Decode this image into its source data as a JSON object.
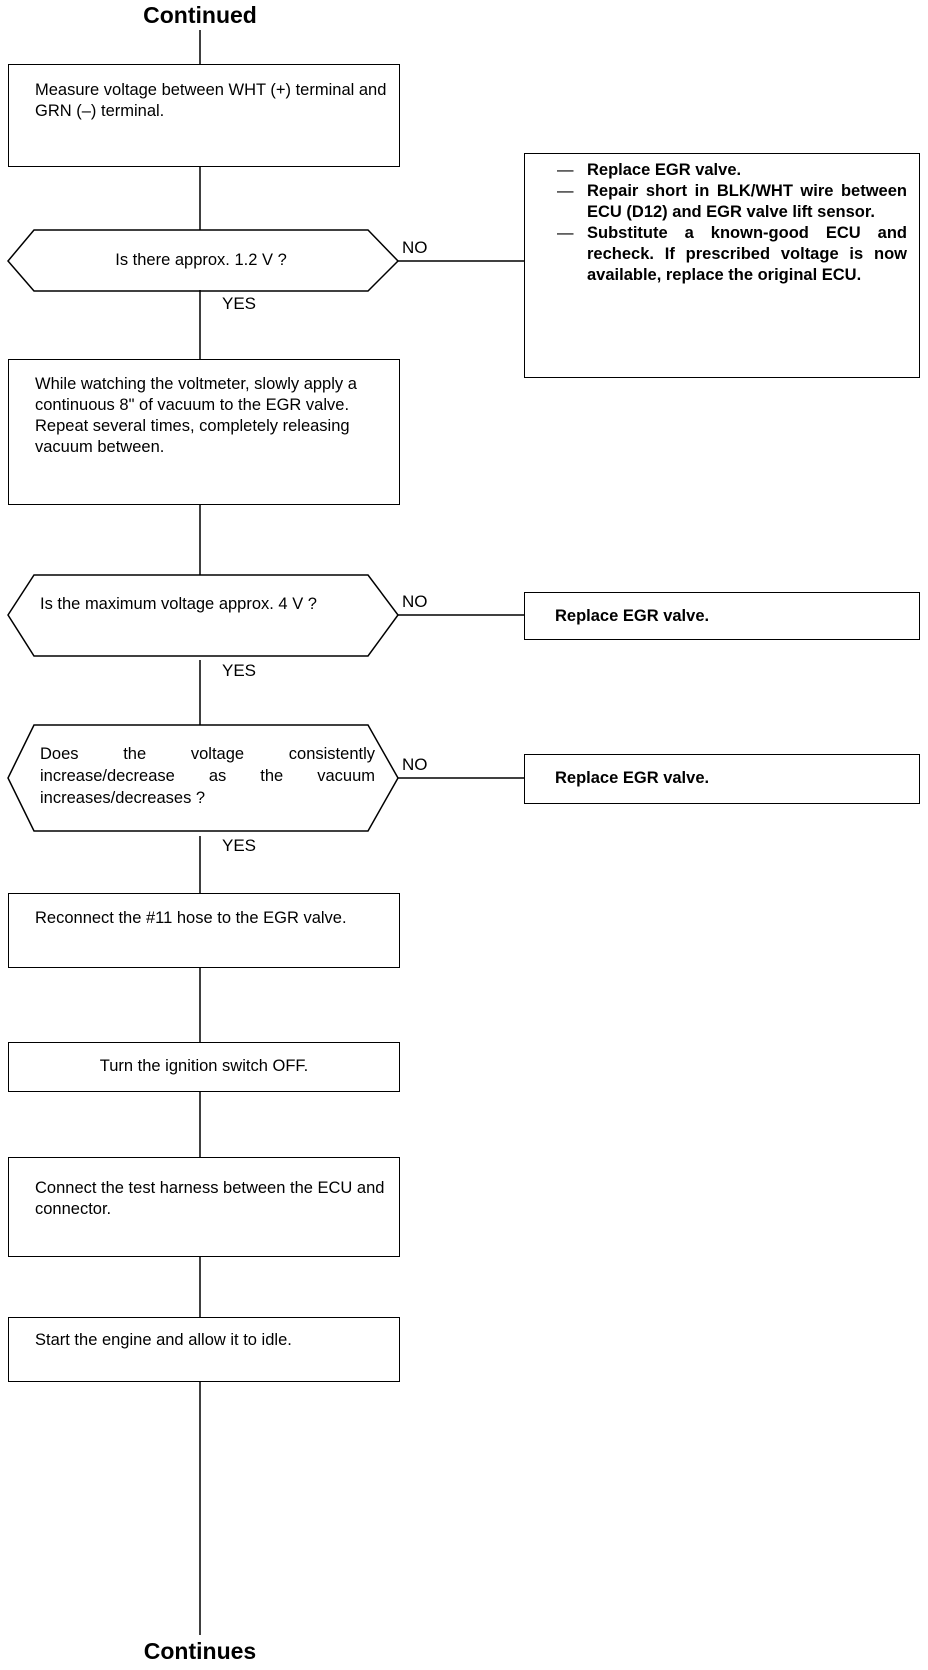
{
  "header": "Continued",
  "footer": "Continues",
  "steps": {
    "measure_voltage": "Measure voltage between WHT (+) terminal and GRN (–) terminal.",
    "apply_vacuum": "While watching the voltmeter, slowly apply a continuous 8\" of vacuum to the EGR valve. Repeat several times, completely releasing vacuum between.",
    "reconnect_hose": "Reconnect the #11 hose to the EGR valve.",
    "ignition_off": "Turn the ignition switch OFF.",
    "connect_harness": "Connect the test harness between the ECU and connector.",
    "start_engine": "Start the engine and allow it to idle."
  },
  "decisions": {
    "d1": "Is there approx. 1.2 V ?",
    "d2": "Is the maximum voltage approx. 4 V ?",
    "d3": "Does the voltage consistently increase/decrease as the vacuum increases/decreases ?"
  },
  "labels": {
    "yes": "YES",
    "no": "NO"
  },
  "results": {
    "r1": [
      "Replace EGR valve.",
      "Repair short in BLK/WHT wire between ECU (D12) and EGR valve lift sensor.",
      "Substitute a known-good ECU and recheck. If prescribed voltage is now available, replace the original ECU."
    ],
    "r1_dash": "—",
    "r2": "Replace EGR valve.",
    "r3": "Replace EGR valve."
  }
}
